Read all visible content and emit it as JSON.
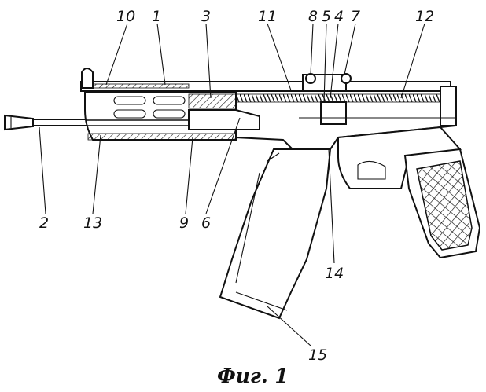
{
  "caption": "Фиг. 1",
  "labels": [
    {
      "id": "10",
      "text": "10"
    },
    {
      "id": "1",
      "text": "1"
    },
    {
      "id": "3",
      "text": "3"
    },
    {
      "id": "11",
      "text": "11"
    },
    {
      "id": "8",
      "text": "8"
    },
    {
      "id": "5",
      "text": "5"
    },
    {
      "id": "4",
      "text": "4"
    },
    {
      "id": "7",
      "text": "7"
    },
    {
      "id": "12",
      "text": "12"
    },
    {
      "id": "2",
      "text": "2"
    },
    {
      "id": "13",
      "text": "13"
    },
    {
      "id": "9",
      "text": "9"
    },
    {
      "id": "6",
      "text": "6"
    },
    {
      "id": "14",
      "text": "14"
    },
    {
      "id": "15",
      "text": "15"
    }
  ]
}
